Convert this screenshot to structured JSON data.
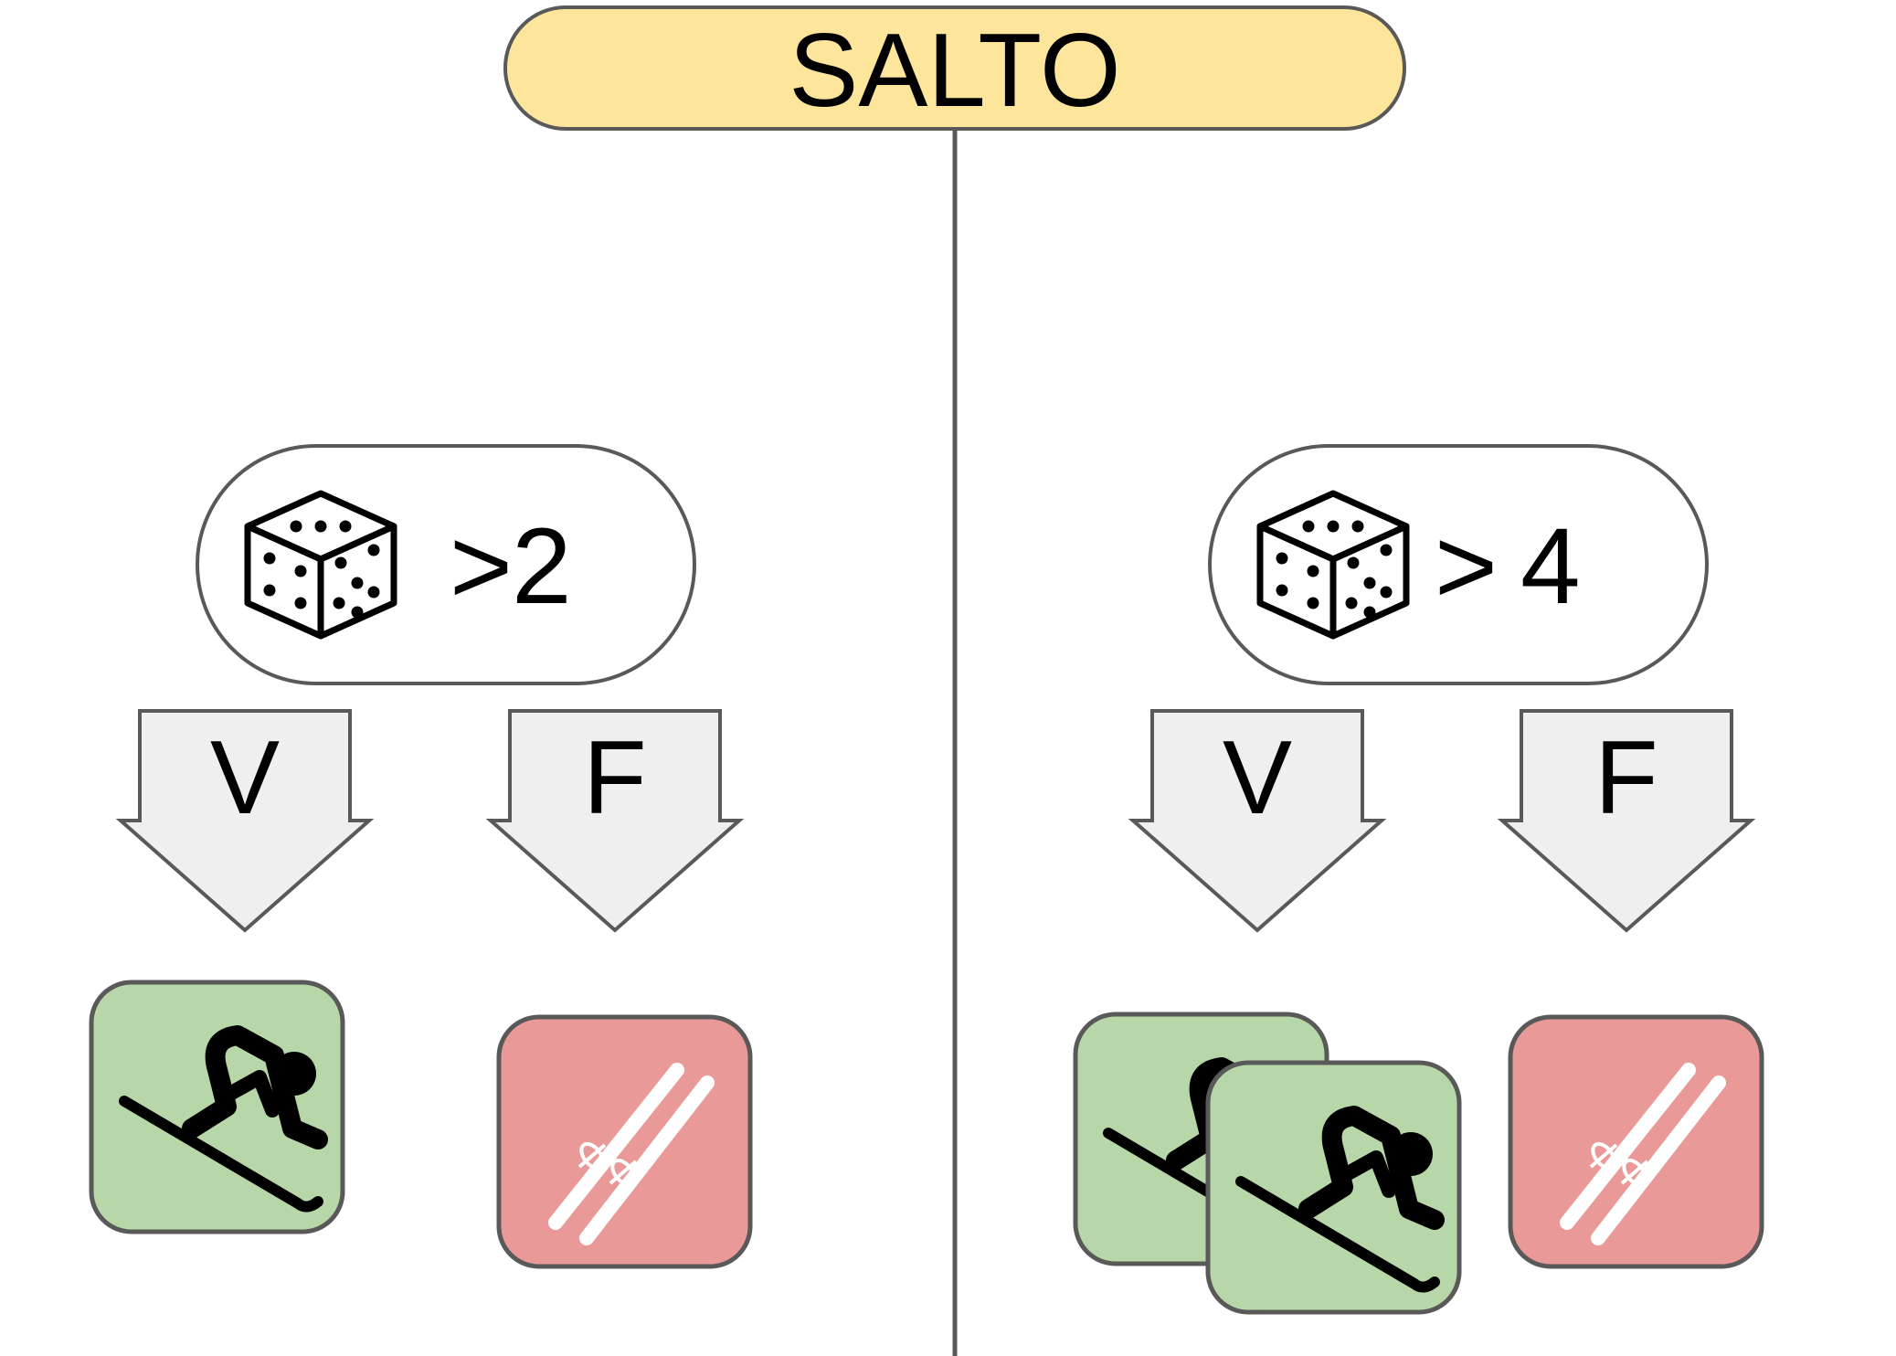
{
  "title": {
    "text": "SALTO"
  },
  "colors": {
    "title_fill": "#fde59b",
    "outline": "#595959",
    "arrow_fill": "#efefef",
    "true_card": "#b7d7a8",
    "false_card": "#ea9999",
    "ink": "#000000"
  },
  "branches": [
    {
      "condition": {
        "icon": "dice-icon",
        "operator": ">",
        "value": "2"
      },
      "true_label": "V",
      "false_label": "F",
      "true_outcome": {
        "icon": "skier-icon",
        "count": 1
      },
      "false_outcome": {
        "icon": "crossed-skis-icon",
        "count": 1
      }
    },
    {
      "condition": {
        "icon": "dice-icon",
        "operator": ">",
        "value": "4"
      },
      "true_label": "V",
      "false_label": "F",
      "true_outcome": {
        "icon": "skier-icon",
        "count": 2
      },
      "false_outcome": {
        "icon": "crossed-skis-icon",
        "count": 1
      }
    }
  ]
}
